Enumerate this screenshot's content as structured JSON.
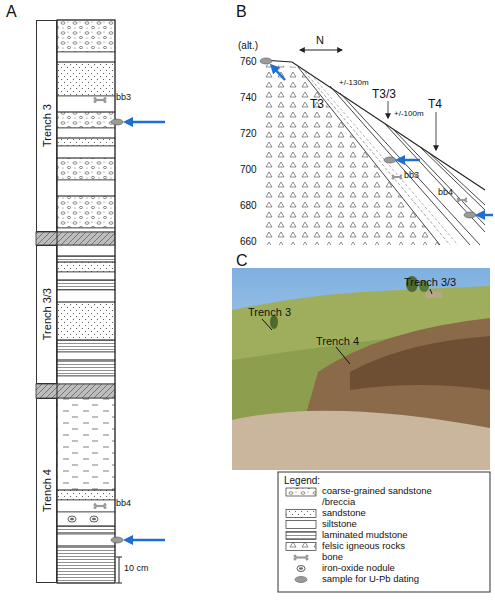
{
  "diagram": {
    "nodes": [
      {
        "text": [
          "Trench 3"
        ]
      },
      {
        "text": [
          "Trench 3/3"
        ]
      },
      {
        "text": [
          "Trench 4"
        ]
      }
    ],
    "labels": [
      "A",
      "bb3",
      "bb4",
      "10 cm",
      "B",
      "(alt.)",
      "760",
      "740",
      "720",
      "700",
      "680",
      "660",
      "N",
      "T3",
      "+/-130m",
      "T3/3",
      "T4",
      "+/-100m",
      "bb3",
      "bb4",
      "C",
      "Trench 3",
      "Trench 3/3",
      "Trench 4",
      "Legend:"
    ],
    "legend": [
      {
        "text": "coarse-grained sandstone /breccia"
      },
      {
        "text": "sandstone"
      },
      {
        "text": "siltstone"
      },
      {
        "text": "laminated mudstone"
      },
      {
        "text": "felsic igneous rocks"
      },
      {
        "text": "bone"
      },
      {
        "text": "iron-oxide nodule"
      },
      {
        "text": "sample for U-Pb dating"
      }
    ]
  }
}
